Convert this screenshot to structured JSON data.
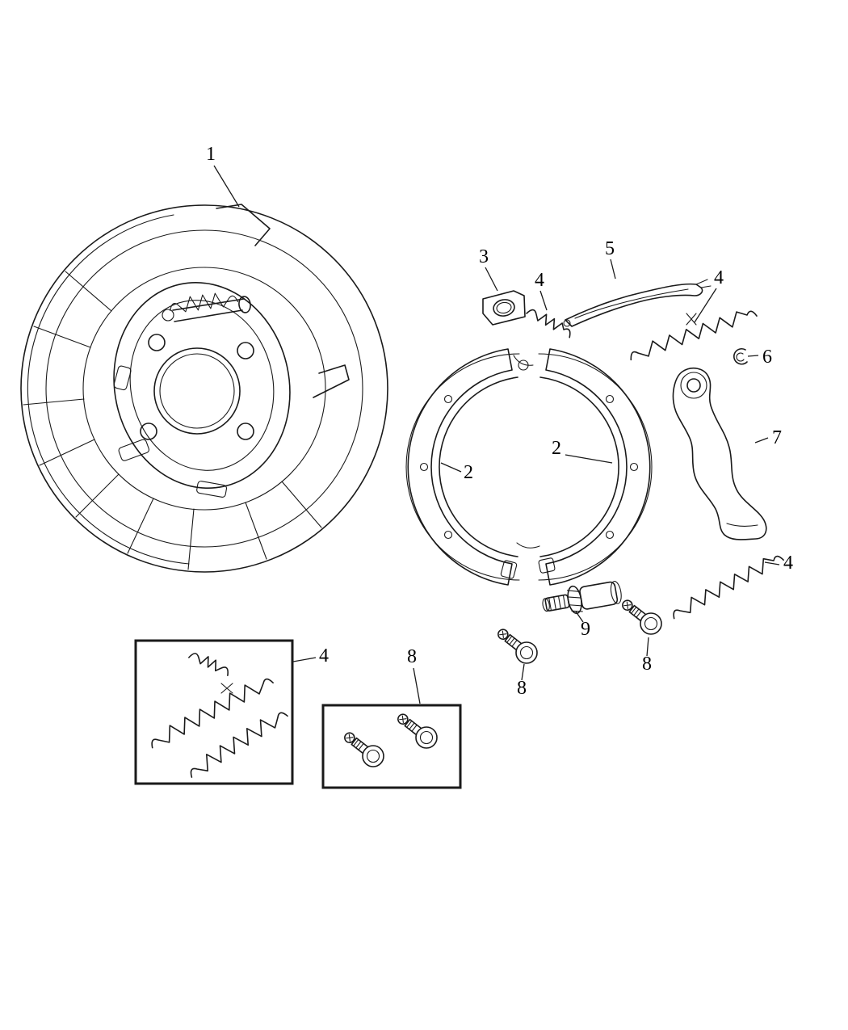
{
  "colors": {
    "background": "#ffffff",
    "line": "#1a1a1a",
    "label": "#000000"
  },
  "callouts": {
    "c1": {
      "label": "1",
      "part": "brake-backing-plate"
    },
    "c2a": {
      "label": "2",
      "part": "brake-shoe"
    },
    "c2b": {
      "label": "2",
      "part": "brake-shoe"
    },
    "c3": {
      "label": "3",
      "part": "mounting-bracket"
    },
    "c4a": {
      "label": "4",
      "part": "spring-small"
    },
    "c4b": {
      "label": "4",
      "part": "return-spring-upper"
    },
    "c4c": {
      "label": "4",
      "part": "return-spring-lower"
    },
    "c4d": {
      "label": "4",
      "part": "spring-kit"
    },
    "c5": {
      "label": "5",
      "part": "adjuster-strut"
    },
    "c6": {
      "label": "6",
      "part": "retaining-clip"
    },
    "c7": {
      "label": "7",
      "part": "park-brake-lever"
    },
    "c8a": {
      "label": "8",
      "part": "hold-down-pin"
    },
    "c8b": {
      "label": "8",
      "part": "hold-down-pin"
    },
    "c8c": {
      "label": "8",
      "part": "hold-down-kit"
    },
    "c9": {
      "label": "9",
      "part": "shoe-adjuster"
    }
  }
}
